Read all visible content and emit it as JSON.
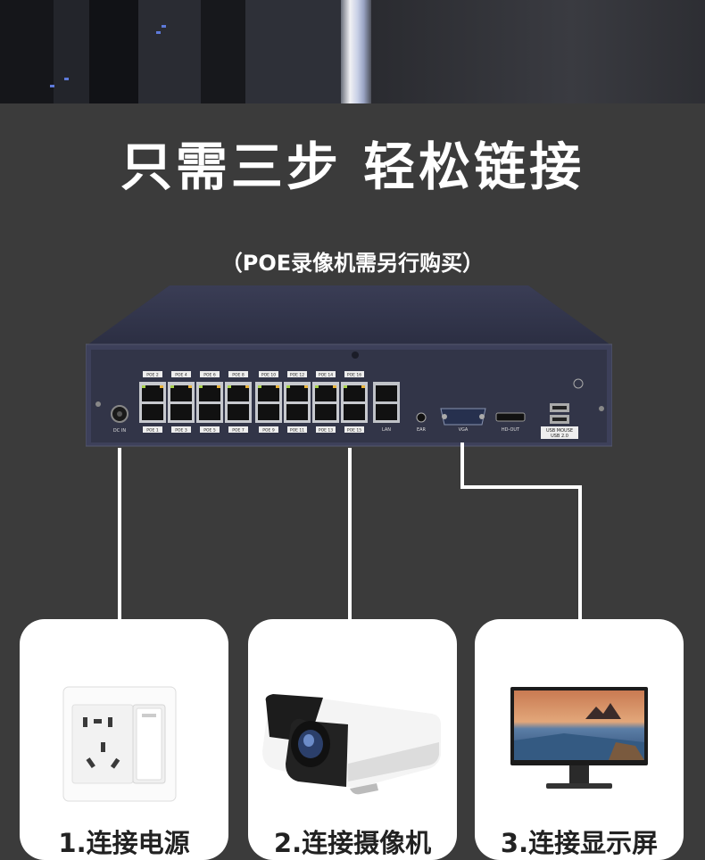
{
  "heading": "只需三步 轻松链接",
  "note": "（POE录像机需另行购买）",
  "device": {
    "poe_top_labels": [
      "POE 2",
      "POE 4",
      "POE 6",
      "POE 8",
      "POE 10",
      "POE 12",
      "POE 14",
      "POE 16"
    ],
    "poe_bottom_labels": [
      "POE 1",
      "POE 3",
      "POE 5",
      "POE 7",
      "POE 9",
      "POE 11",
      "POE 13",
      "POE 15"
    ],
    "dc_in": "DC IN",
    "lan": "LAN",
    "ear": "EAR",
    "vga": "VGA",
    "hdmi": "HD-OUT",
    "usb": "USB MOUSE",
    "usb2": "USB 2.0"
  },
  "steps": [
    {
      "label": "1.连接电源",
      "icon": "power-socket-icon"
    },
    {
      "label": "2.连接摄像机",
      "icon": "camera-icon"
    },
    {
      "label": "3.连接显示屏",
      "icon": "monitor-icon"
    }
  ],
  "colors": {
    "background": "#3b3b3b",
    "card": "#ffffff",
    "device": "#3c3f56"
  }
}
